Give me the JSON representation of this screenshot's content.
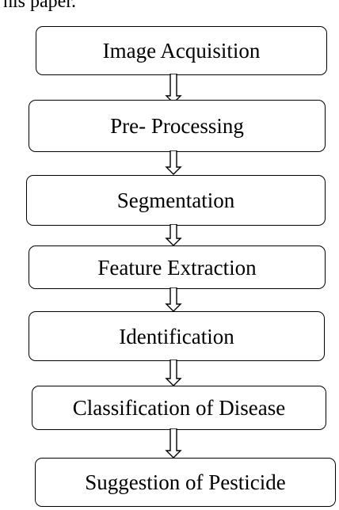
{
  "header": {
    "partial_text": "his paper."
  },
  "steps": [
    {
      "label": "Image Acquisition"
    },
    {
      "label": "Pre- Processing"
    },
    {
      "label": "Segmentation"
    },
    {
      "label": "Feature Extraction"
    },
    {
      "label": "Identification"
    },
    {
      "label": "Classification of Disease"
    },
    {
      "label": "Suggestion of Pesticide"
    }
  ],
  "colors": {
    "stroke": "#000000",
    "background": "#ffffff"
  },
  "icons": {
    "connector": "hollow-down-arrow-icon"
  }
}
